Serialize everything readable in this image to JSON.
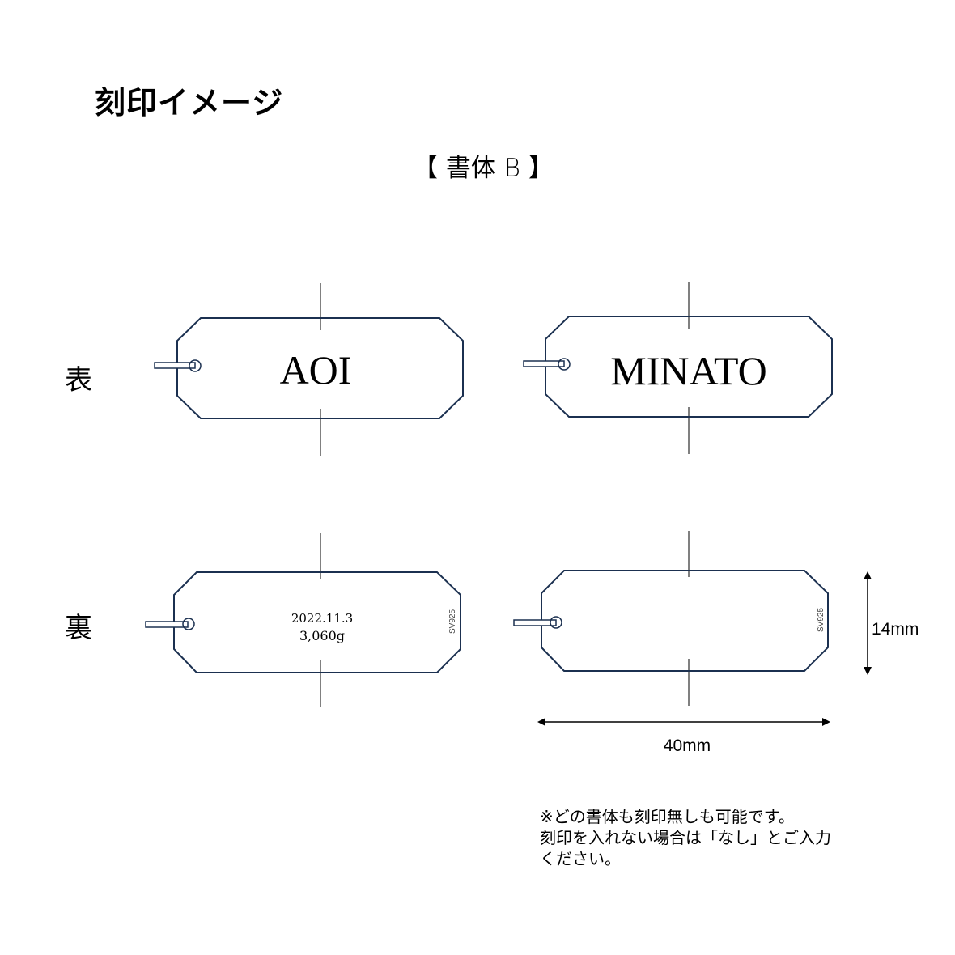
{
  "title": "刻印イメージ",
  "subtitle": "【 書体 B 】",
  "rows": {
    "front_label": "表",
    "back_label": "裏"
  },
  "tags": {
    "front_left_text": "AOI",
    "front_right_text": "MINATO",
    "back_left_line1": "2022.11.3",
    "back_left_line2": "3,060g",
    "stamp": "SV925"
  },
  "dimensions": {
    "width_label": "40mm",
    "height_label": "14mm"
  },
  "note": {
    "line1": "※どの書体も刻印無しも可能です。",
    "line2": "刻印を入れない場合は「なし」とご入力",
    "line3": "ください。"
  },
  "colors": {
    "outline": "#1b3050",
    "text": "#000000"
  }
}
